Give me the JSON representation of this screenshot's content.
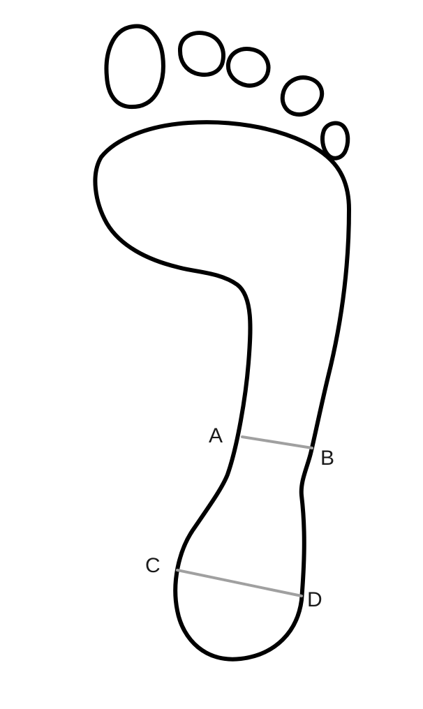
{
  "colors": {
    "outline": "#000000",
    "measure_line": "#a0a0a0",
    "label": "#1a1a1a",
    "background": "#ffffff"
  },
  "labels": {
    "a": "A",
    "b": "B",
    "c": "C",
    "d": "D"
  }
}
